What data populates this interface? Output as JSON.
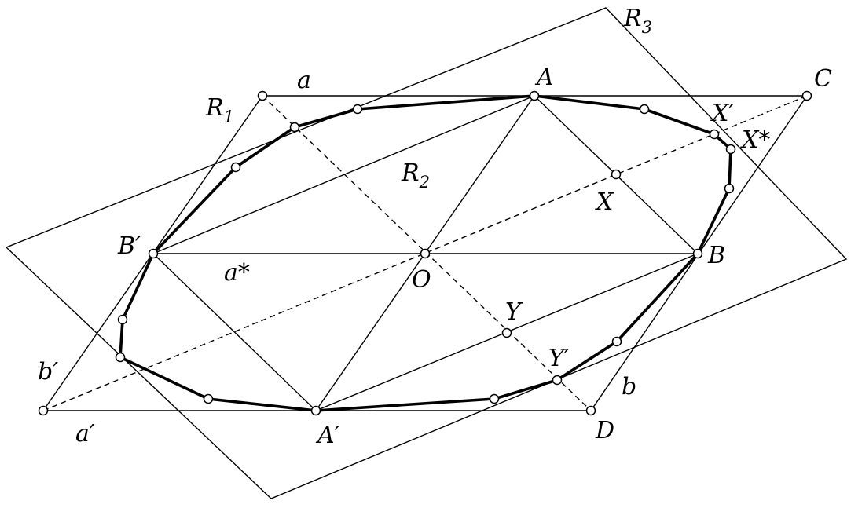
{
  "labels": {
    "a": "a",
    "a_star": "a*",
    "a_prime": "a′",
    "b": "b",
    "b_prime": "b′",
    "A": "A",
    "A_prime": "A′",
    "B": "B",
    "B_prime": "B′",
    "C": "C",
    "D": "D",
    "O": "O",
    "X": "X",
    "X_prime": "X′",
    "X_star": "X*",
    "Y": "Y",
    "Y_prime": "Y′",
    "R": "R",
    "R1_sub": "1",
    "R2_sub": "2",
    "R3_sub": "3"
  },
  "colors": {
    "ink": "#000000",
    "background": "#ffffff"
  }
}
